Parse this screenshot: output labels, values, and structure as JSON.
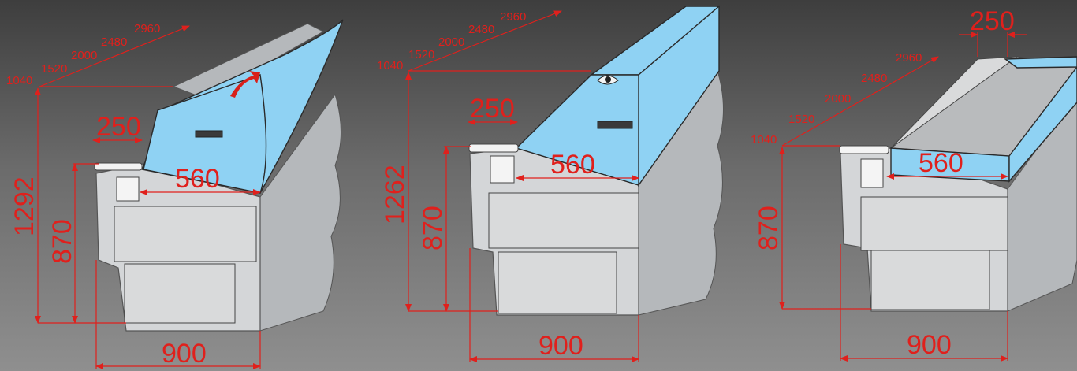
{
  "colors": {
    "dimension": "#e0201c",
    "glass": "#8fd2f3",
    "body": "#d4d6d8",
    "arrow": "#e0201c"
  },
  "views": [
    {
      "id": "curved",
      "lengths": [
        "1040",
        "1520",
        "2000",
        "2480",
        "2960"
      ],
      "height_total": "1292",
      "height_counter": "870",
      "depth_shelf": "250",
      "depth_inner": "560",
      "width": "900",
      "icons": [
        "open-direction-arrow-icon",
        "handle-icon"
      ]
    },
    {
      "id": "straight",
      "lengths": [
        "1040",
        "1520",
        "2000",
        "2480",
        "2960"
      ],
      "height_total": "1262",
      "height_counter": "870",
      "depth_shelf": "250",
      "depth_inner": "560",
      "width": "900",
      "icons": [
        "rotate-hinge-icon",
        "handle-icon"
      ]
    },
    {
      "id": "open",
      "lengths": [
        "1040",
        "1520",
        "2000",
        "2480",
        "2960"
      ],
      "height_counter": "870",
      "rim_width": "250",
      "depth_inner": "560",
      "width": "900",
      "icons": []
    }
  ]
}
